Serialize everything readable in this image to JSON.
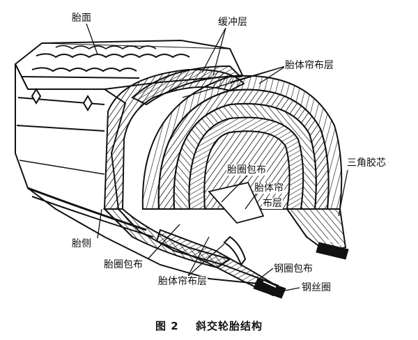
{
  "diagram": {
    "labels": {
      "tread": "胎面",
      "breaker": "缓冲层",
      "ply_top": "胎体帘布层",
      "bead_wrap_inner": "胎圈包布",
      "ply_inner_line1": "胎体帘",
      "ply_inner_line2": "布层",
      "apex": "三角胶芯",
      "sidewall": "胎侧",
      "bead_wrap_bottom": "胎圈包布",
      "ply_bottom": "胎体帘布层",
      "steel_bead_wrap": "钢圈包布",
      "steel_bead": "钢丝圈"
    },
    "caption": {
      "figure_no": "图 2",
      "title": "斜交轮胎结构"
    }
  }
}
